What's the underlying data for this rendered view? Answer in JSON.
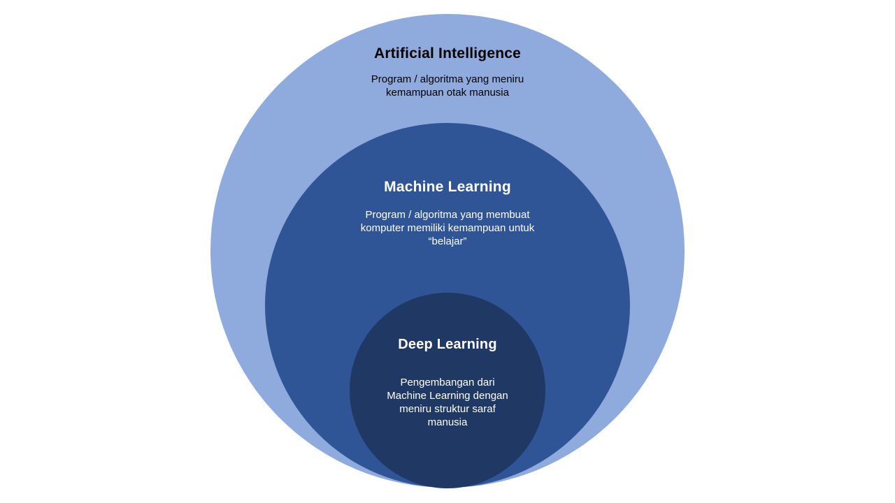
{
  "diagram": {
    "type": "nested-circles",
    "background_color": "#FFFFFF",
    "rings": [
      {
        "id": "artificial-intelligence",
        "title": "Artificial Intelligence",
        "description": "Program / algoritma yang meniru kemampuan otak manusia",
        "description_lines": [
          "Program / algoritma yang meniru",
          "kemampuan otak manusia"
        ],
        "fill_color": "#8FAADC",
        "text_color": "#000000"
      },
      {
        "id": "machine-learning",
        "title": "Machine Learning",
        "description": "Program / algoritma yang membuat komputer memiliki kemampuan untuk “belajar”",
        "description_lines": [
          "Program / algoritma yang membuat",
          "komputer memiliki kemampuan untuk",
          "“belajar”"
        ],
        "fill_color": "#2F5597",
        "text_color": "#FFFFFF"
      },
      {
        "id": "deep-learning",
        "title": "Deep Learning",
        "description": "Pengembangan dari Machine Learning dengan meniru struktur saraf manusia",
        "description_lines": [
          "Pengembangan dari",
          "Machine Learning dengan",
          "meniru struktur  saraf",
          "manusia"
        ],
        "fill_color": "#1F3864",
        "text_color": "#FFFFFF"
      }
    ]
  }
}
